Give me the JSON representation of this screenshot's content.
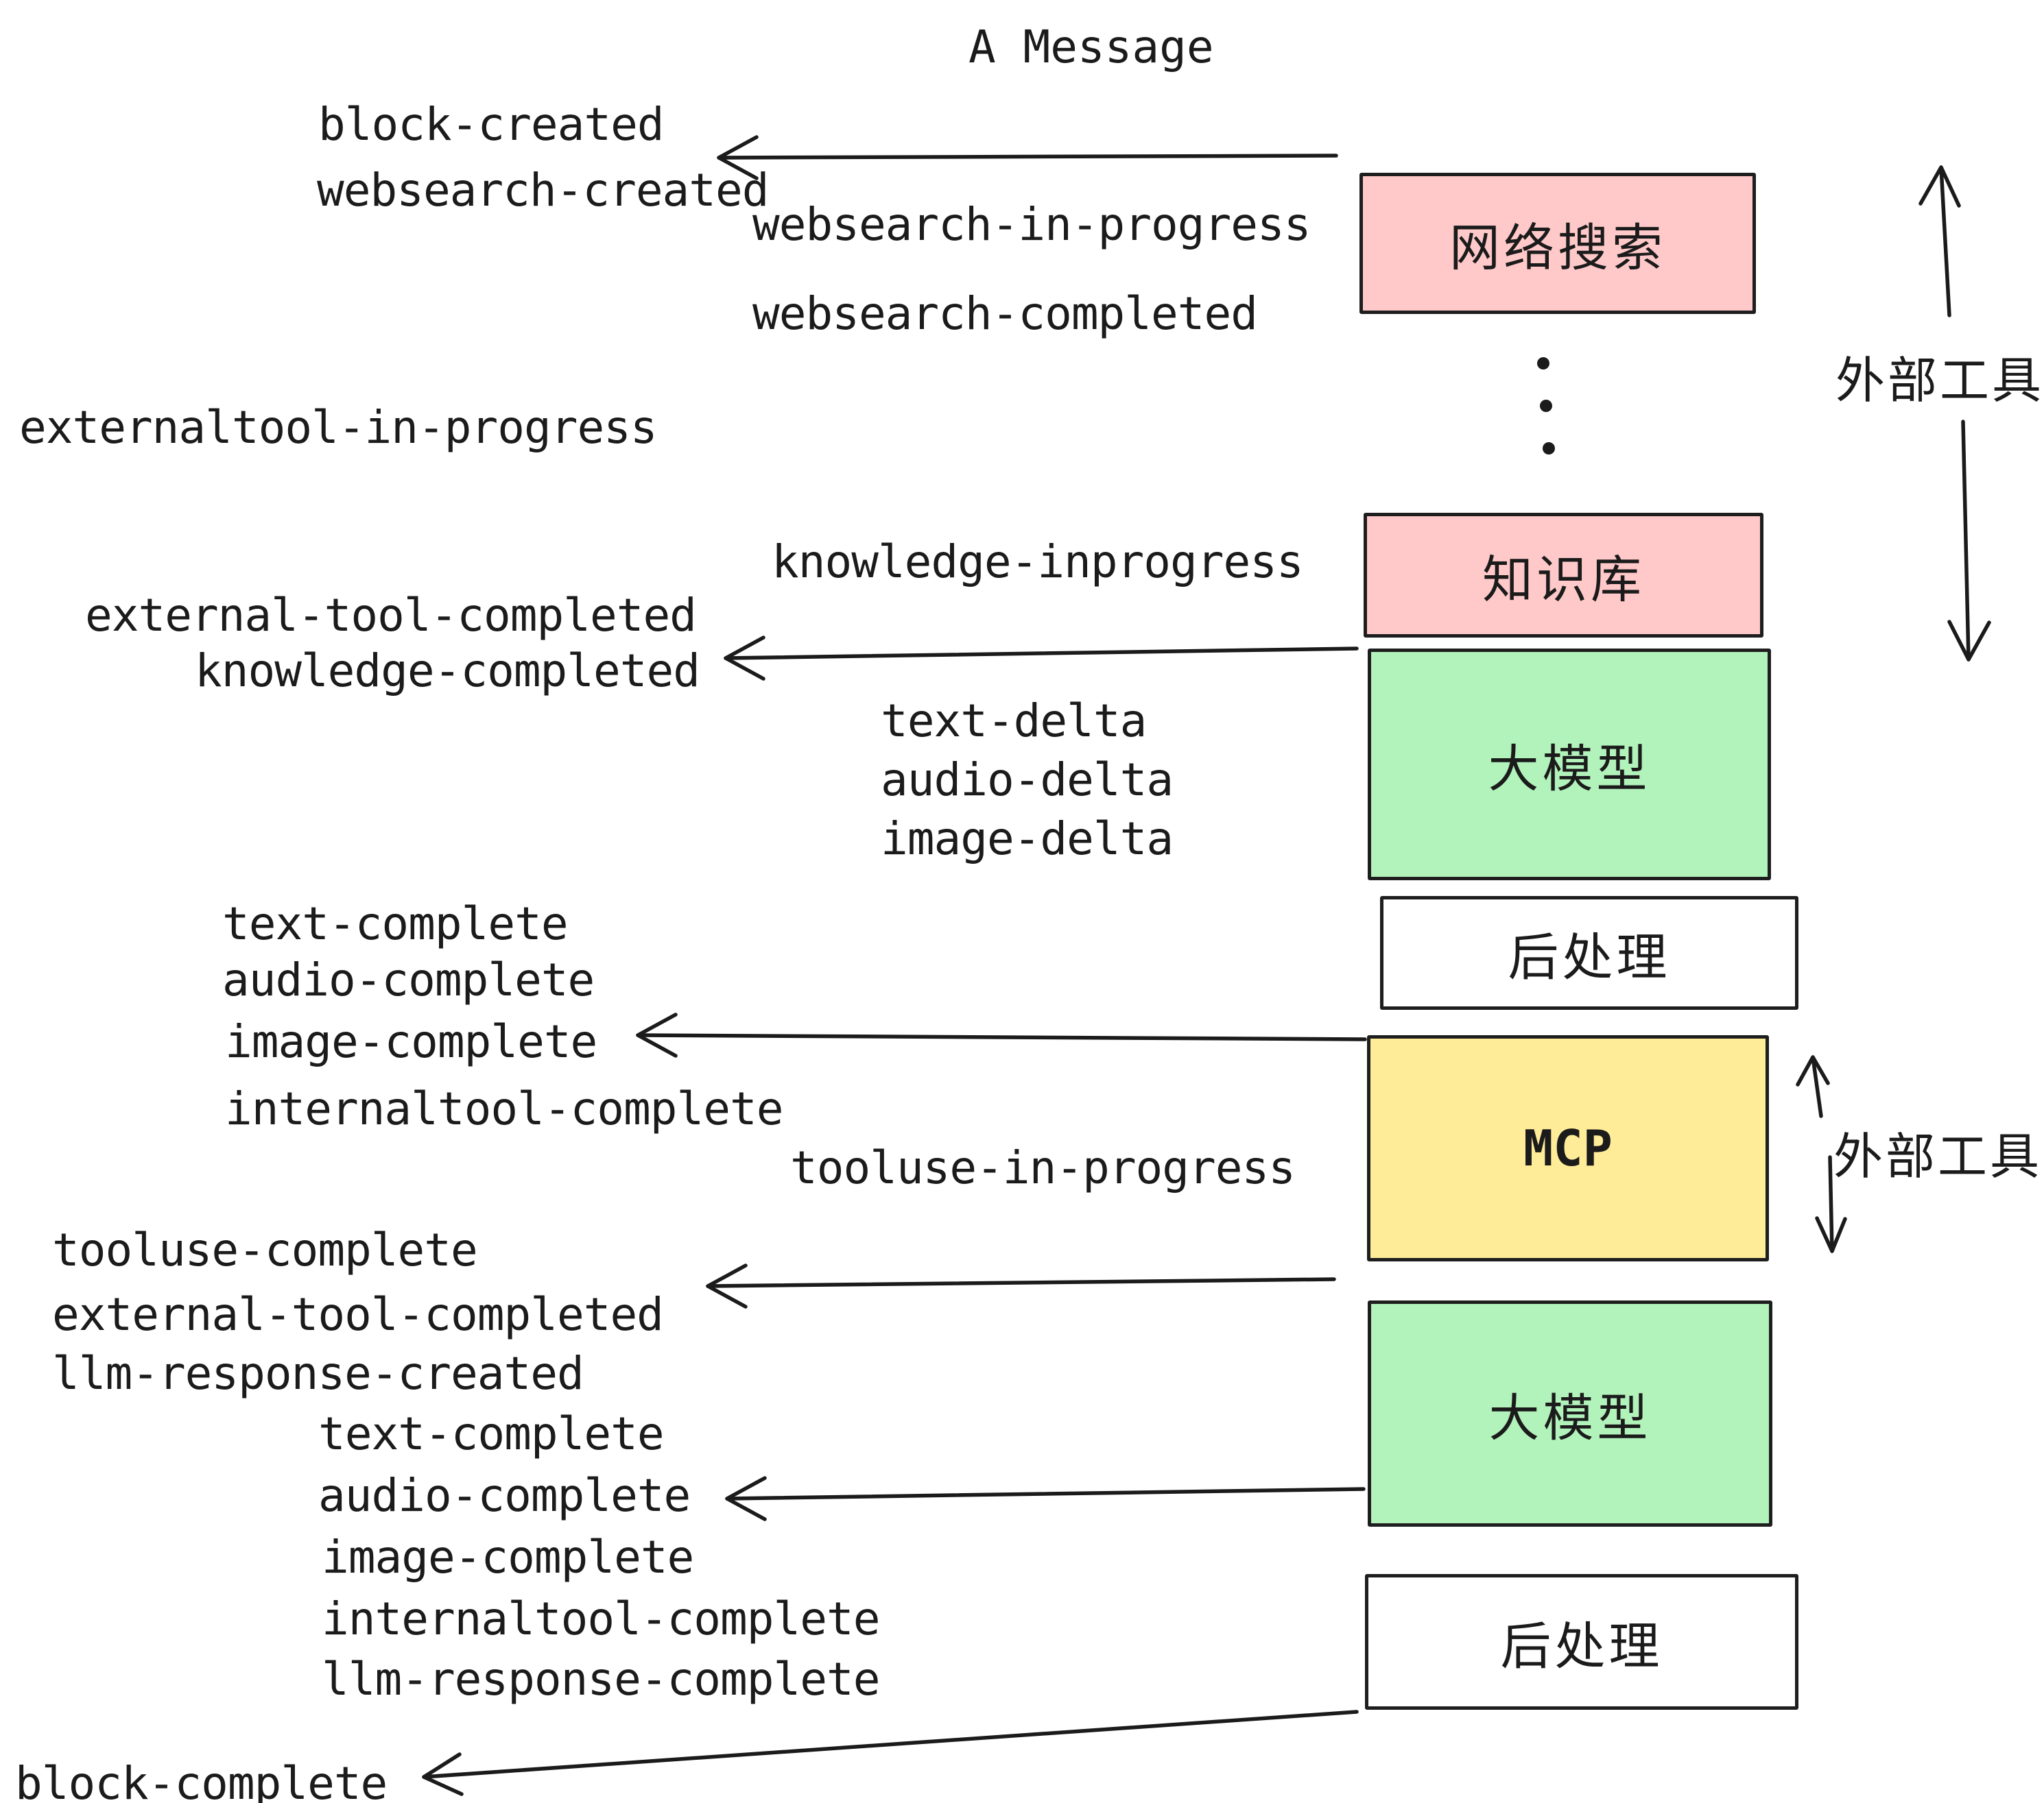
{
  "title": "A Message",
  "colors": {
    "stroke": "#1b1b1b",
    "box_border": "#1e1e1e",
    "pink": "#ffc9c9",
    "green": "#b2f2bb",
    "yellow": "#ffec99",
    "white": "#ffffff",
    "background": "#ffffff"
  },
  "events": {
    "block_created": "block-created",
    "websearch_created": "websearch-created",
    "websearch_in_progress": "websearch-in-progress",
    "websearch_completed": "websearch-completed",
    "externaltool_in_progress": "externaltool-in-progress",
    "knowledge_inprogress": "knowledge-inprogress",
    "external_tool_completed": "external-tool-completed",
    "knowledge_completed": "knowledge-completed",
    "text_delta": "text-delta",
    "audio_delta": "audio-delta",
    "image_delta": "image-delta",
    "text_complete": "text-complete",
    "audio_complete": "audio-complete",
    "image_complete": "image-complete",
    "internaltool_complete": "internaltool-complete",
    "tooluse_in_progress": "tooluse-in-progress",
    "tooluse_complete": "tooluse-complete",
    "external_tool_completed_2": "external-tool-completed",
    "llm_response_created": "llm-response-created",
    "text_complete_2": "text-complete",
    "audio_complete_2": "audio-complete",
    "image_complete_2": "image-complete",
    "internaltool_complete_2": "internaltool-complete",
    "llm_response_complete": "llm-response-complete",
    "block_complete": "block-complete"
  },
  "boxes": [
    {
      "id": "websearch",
      "label": "网络搜索",
      "fill": "#ffc9c9"
    },
    {
      "id": "knowledge",
      "label": "知识库",
      "fill": "#ffc9c9"
    },
    {
      "id": "llm1",
      "label": "大模型",
      "fill": "#b2f2bb"
    },
    {
      "id": "post1",
      "label": "后处理",
      "fill": "#ffffff"
    },
    {
      "id": "mcp",
      "label": "MCP",
      "fill": "#ffec99"
    },
    {
      "id": "llm2",
      "label": "大模型",
      "fill": "#b2f2bb"
    },
    {
      "id": "post2",
      "label": "后处理",
      "fill": "#ffffff"
    }
  ],
  "side_labels": {
    "external_tools_top": "外部工具",
    "external_tools_mid": "外部工具"
  }
}
